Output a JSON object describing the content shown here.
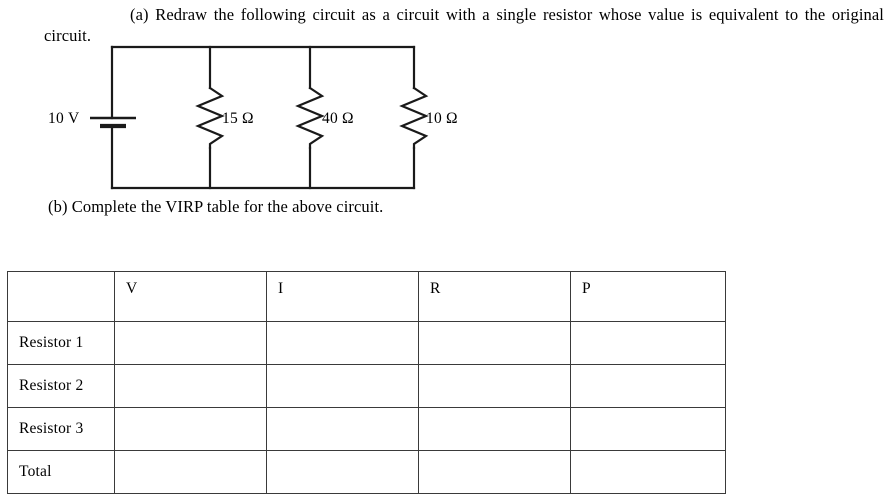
{
  "document": {
    "part_a_text": "(a) Redraw the following circuit as a circuit with a single resistor whose value is equivalent to the original circuit.",
    "part_b_text": "(b) Complete the VIRP table for the above circuit."
  },
  "circuit": {
    "source_label": "10 V",
    "resistors": [
      {
        "name": "resistor-1",
        "label": "15 Ω"
      },
      {
        "name": "resistor-2",
        "label": "40 Ω"
      },
      {
        "name": "resistor-3",
        "label": "10 Ω"
      }
    ],
    "topology": "three resistors in parallel across a 10 V battery",
    "line_color": "#1a1a1a"
  },
  "virp_table": {
    "columns": [
      "",
      "V",
      "I",
      "R",
      "P"
    ],
    "rows": [
      {
        "label": "Resistor 1",
        "V": "",
        "I": "",
        "R": "",
        "P": ""
      },
      {
        "label": "Resistor 2",
        "V": "",
        "I": "",
        "R": "",
        "P": ""
      },
      {
        "label": "Resistor 3",
        "V": "",
        "I": "",
        "R": "",
        "P": ""
      },
      {
        "label": "Total",
        "V": "",
        "I": "",
        "R": "",
        "P": ""
      }
    ],
    "border_color": "#3a3a3a"
  }
}
